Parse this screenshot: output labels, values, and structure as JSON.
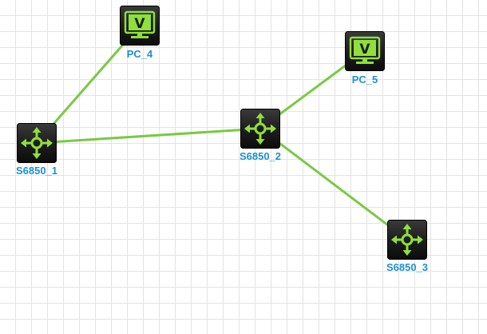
{
  "colors": {
    "link": "#7ac943",
    "label": "#1e90d2",
    "device_body": "#1c1c1c",
    "device_symbol": "#8fe03a"
  },
  "nodes": {
    "pc4": {
      "label": "PC_4",
      "icon": "pc-monitor-icon"
    },
    "pc5": {
      "label": "PC_5",
      "icon": "pc-monitor-icon"
    },
    "s1": {
      "label": "S6850_1",
      "icon": "switch-arrows-icon"
    },
    "s2": {
      "label": "S6850_2",
      "icon": "switch-arrows-icon"
    },
    "s3": {
      "label": "S6850_3",
      "icon": "switch-arrows-icon"
    }
  },
  "links": [
    {
      "from": "s1",
      "to": "pc4"
    },
    {
      "from": "s1",
      "to": "s2"
    },
    {
      "from": "s2",
      "to": "pc5"
    },
    {
      "from": "s2",
      "to": "s3"
    }
  ],
  "pc_screen_glyph": "V"
}
